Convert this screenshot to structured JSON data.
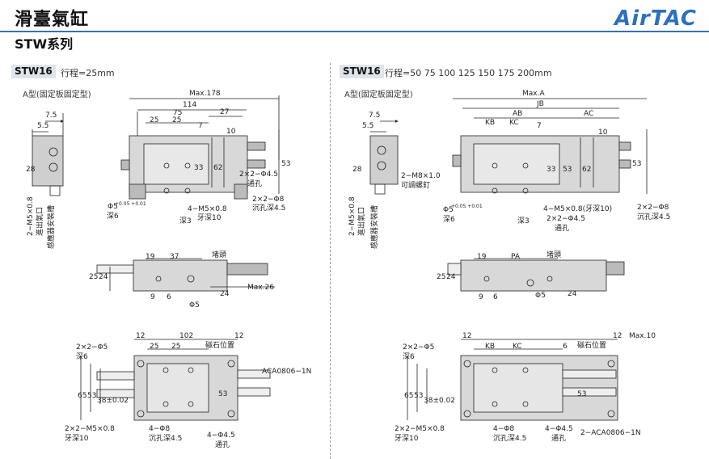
{
  "header": {
    "title": "滑臺氣缸",
    "subtitle": "STW系列",
    "logo": "AirTAC"
  },
  "left": {
    "model": "STW16",
    "stroke": "行程=25mm",
    "type": "A型(固定板固定型)",
    "dims": {
      "max178": "Max.178",
      "d114": "114",
      "d75": "75",
      "d27": "27",
      "d25a": "25",
      "d25b": "25",
      "d7": "7",
      "d10": "10",
      "d7_5": "7.5",
      "d5_5": "5.5",
      "d28": "28",
      "d53": "53",
      "d62": "62",
      "d33": "33",
      "d19": "19",
      "d37": "37",
      "d25s": "25",
      "d24s": "24",
      "d9": "9",
      "d6": "6",
      "d24r": "24",
      "max26": "Max.26",
      "d12a": "12",
      "d102": "102",
      "d12b": "12",
      "d25c": "25",
      "d25d": "25",
      "d65": "65",
      "d53b": "53",
      "d38": "38±0.02",
      "d53c": "53"
    },
    "notes": {
      "m4": "4−M5×0.8",
      "m4b": "牙深10",
      "phi5": "Φ5",
      "tol": "+0.05 +0.01",
      "depth6": "深6",
      "phi4_5": "2×2−Φ4.5",
      "through": "通孔",
      "phi8": "2×2−Φ8",
      "cb45": "沉孔深4.5",
      "m5": "2−M5×0.8",
      "inlet": "進出氣口",
      "sensor": "感應器安裝槽",
      "plug": "堵頭",
      "phi5b": "Φ5",
      "phi5c": "2×2−Φ5",
      "depth6b": "深6",
      "rod": "ACA0806−1N",
      "magnet": "磁石位置",
      "m5b": "2×2−M5×0.8",
      "m5bd": "牙深10",
      "phi8b": "4−Φ8",
      "cb45b": "沉孔深4.5",
      "phi45b": "4−Φ4.5",
      "throughb": "通孔",
      "depth3": "深3"
    }
  },
  "right": {
    "model": "STW16",
    "stroke": "行程=50  75  100  125  150  175  200mm",
    "type": "A型(固定板固定型)",
    "dims": {
      "maxA": "Max.A",
      "JB": "JB",
      "AB": "AB",
      "AC": "AC",
      "KB": "KB",
      "KC": "KC",
      "d7": "7",
      "d10": "10",
      "d7_5": "7.5",
      "d5_5": "5.5",
      "d28": "28",
      "d53": "53",
      "d62": "62",
      "d33": "33",
      "d53r": "53",
      "d19": "19",
      "PA": "PA",
      "d25s": "25",
      "d24s": "24",
      "d9": "9",
      "d6": "6",
      "d24r": "24",
      "d12a": "12",
      "max10": "Max.10",
      "d12b": "12",
      "KB2": "KB",
      "KC2": "KC",
      "d6b": "6",
      "d65": "65",
      "d53b": "53",
      "d38": "38±0.02",
      "d53c": "53"
    },
    "notes": {
      "m8": "2−M8×1.0",
      "screw": "可調螺釘",
      "m4": "4−M5×0.8(牙深10)",
      "phi5": "Φ5",
      "tol": "+0.05 +0.01",
      "depth6": "深6",
      "phi45": "2×2−Φ4.5",
      "through": "通孔",
      "phi8": "2×2−Φ8",
      "cb45": "沉孔深4.5",
      "m5": "2−M5×0.8",
      "inlet": "進出氣口",
      "sensor": "感應器安裝槽",
      "plug": "堵頭",
      "phi5b": "Φ5",
      "phi5c": "2×2−Φ5",
      "depth6b": "深6",
      "magnet": "磁石位置",
      "m5b": "2×2−M5×0.8",
      "m5bd": "牙深10",
      "phi8b": "4−Φ8",
      "cb45b": "沉孔深4.5",
      "phi45b": "4−Φ4.5",
      "throughb": "通孔",
      "rod": "2−ACA0806−1N",
      "depth3": "深3"
    }
  }
}
